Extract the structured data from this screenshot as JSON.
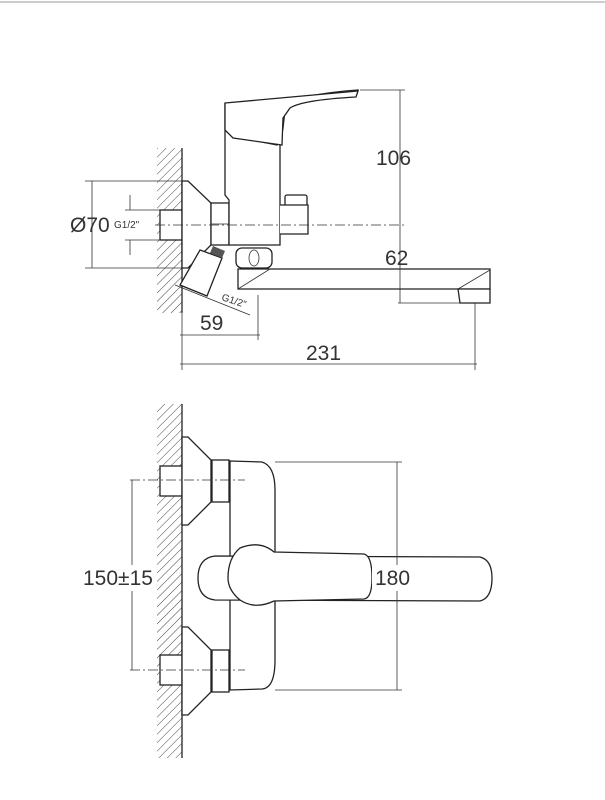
{
  "side_view": {
    "dim_height_handle": "106",
    "dim_spout_height": "62",
    "dim_flange_diameter": "Ø70",
    "dim_thread_inlet": "G1/2\"",
    "dim_thread_outlet": "G1/2\"",
    "dim_wall_offset": "59",
    "dim_spout_reach": "231"
  },
  "front_view": {
    "dim_inlet_spacing": "150±15",
    "dim_body_height": "180"
  }
}
